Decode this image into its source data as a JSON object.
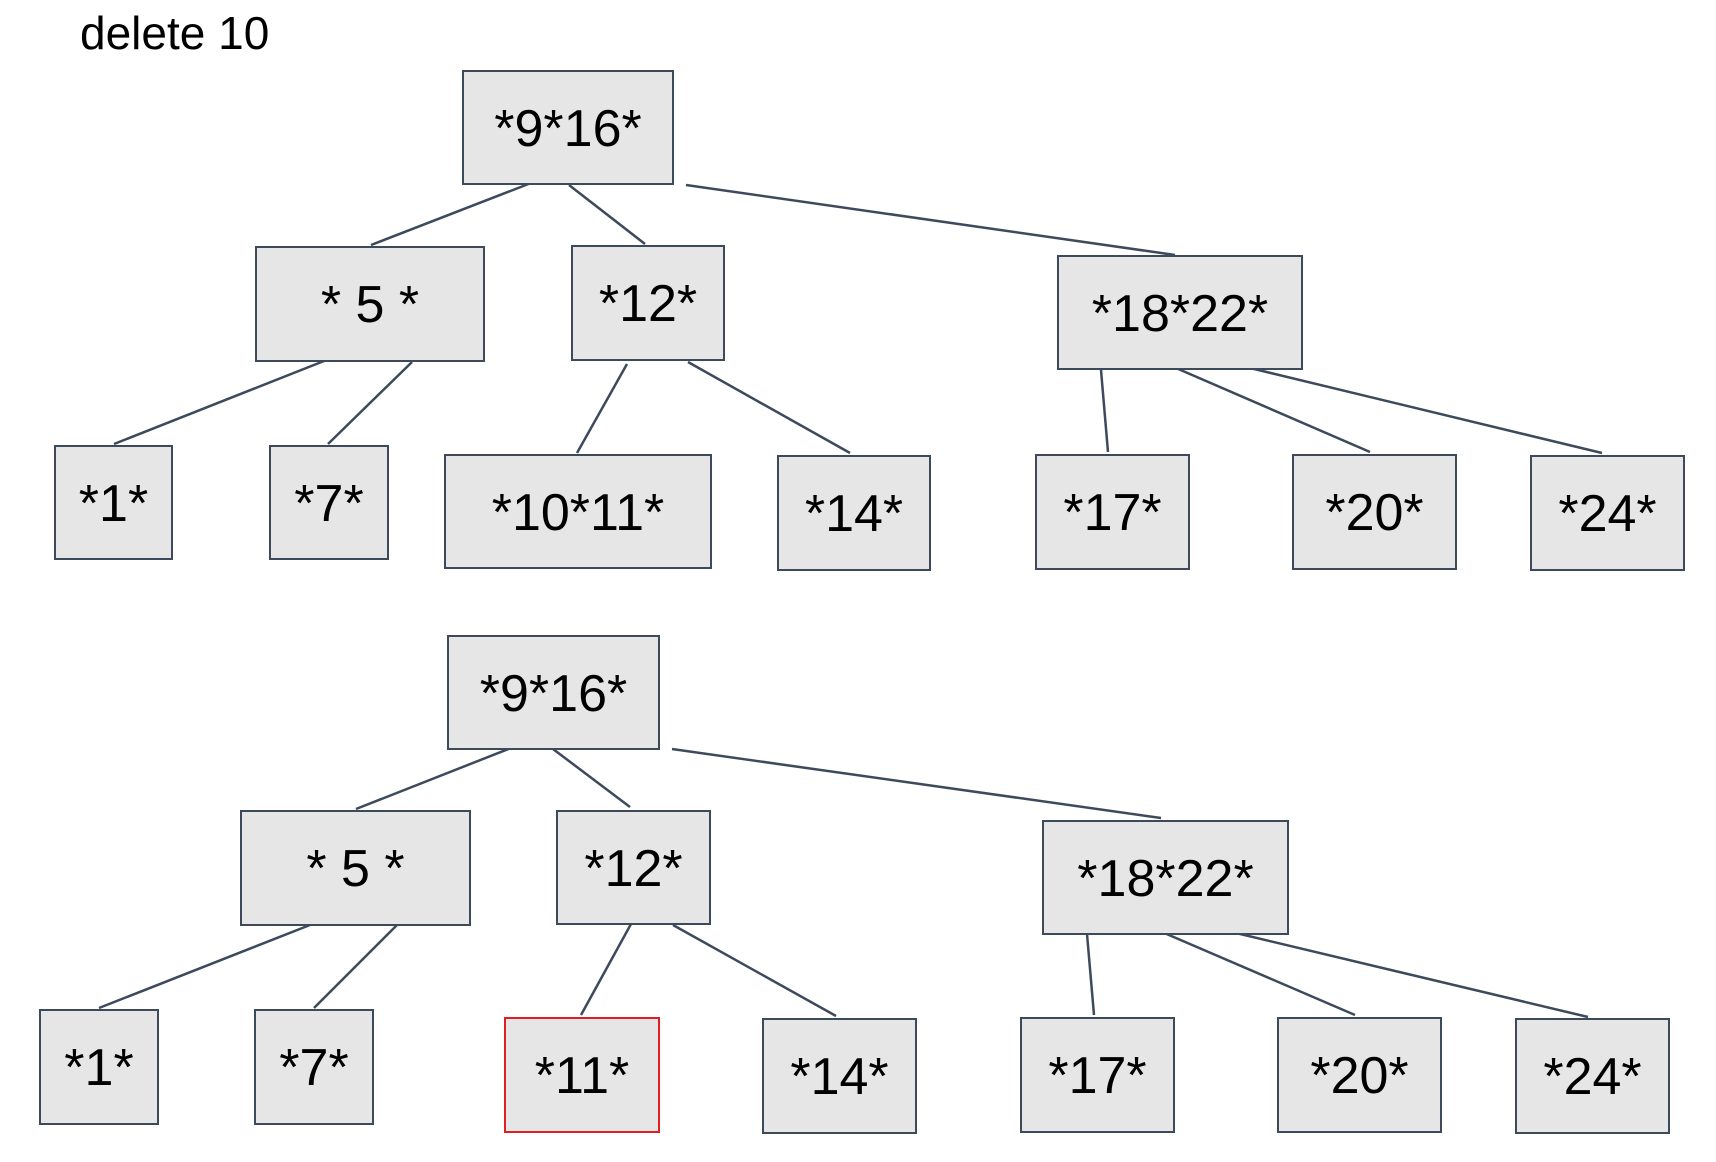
{
  "title": "delete 10",
  "colors": {
    "node_fill": "#e6e6e6",
    "node_border": "#3d4a5c",
    "edge": "#3d4a5c",
    "highlight_border": "#e02020"
  },
  "trees": [
    {
      "nodes": {
        "root": "*9*16*",
        "n5": "* 5 *",
        "n12": "*12*",
        "n1822": "*18*22*",
        "l1": "*1*",
        "l7": "*7*",
        "l1011": "*10*11*",
        "l14": "*14*",
        "l17": "*17*",
        "l20": "*20*",
        "l24": "*24*"
      },
      "highlighted": []
    },
    {
      "nodes": {
        "root": "*9*16*",
        "n5": "* 5 *",
        "n12": "*12*",
        "n1822": "*18*22*",
        "l1": "*1*",
        "l7": "*7*",
        "l11": "*11*",
        "l14": "*14*",
        "l17": "*17*",
        "l20": "*20*",
        "l24": "*24*"
      },
      "highlighted": [
        "l11"
      ]
    }
  ]
}
